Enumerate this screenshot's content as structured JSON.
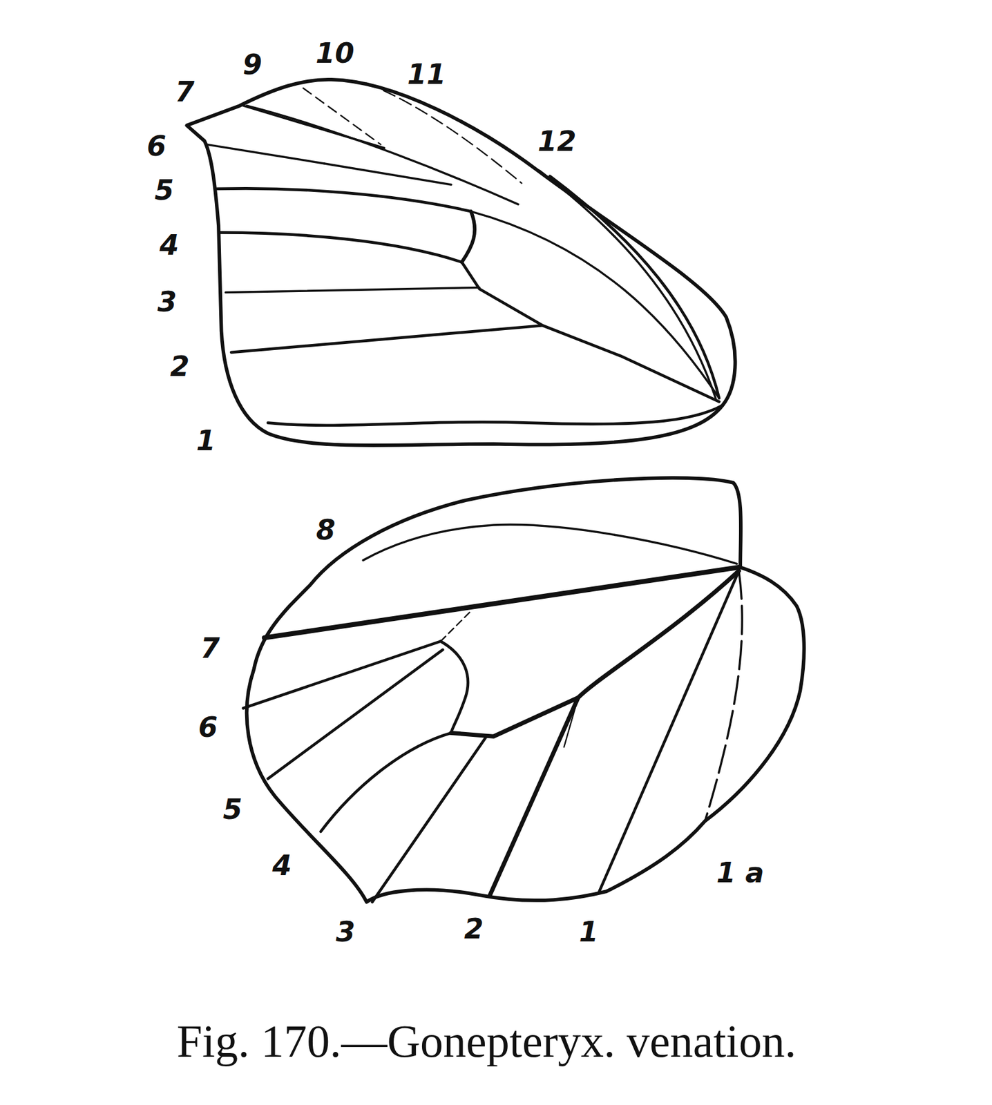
{
  "diagram": {
    "caption": "Fig. 170.—Gonepteryx. venation.",
    "labels": [
      "7",
      "9",
      "10",
      "11",
      "12",
      "6",
      "5",
      "4",
      "3",
      "2",
      "1",
      "8",
      "7",
      "6",
      "5",
      "4",
      "3",
      "2",
      "1",
      "1 a"
    ]
  }
}
